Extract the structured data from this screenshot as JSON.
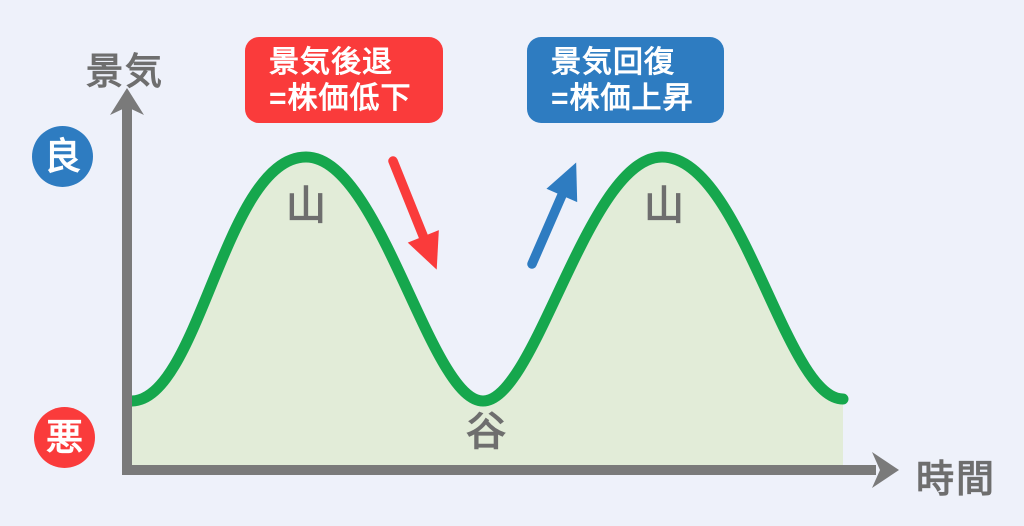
{
  "colors": {
    "background": "#EEF1FA",
    "green": "#16A74D",
    "fill": "#E2ECD8",
    "red": "#FA3B3B",
    "blue": "#2E7CC1",
    "gray": "#6E6E6E",
    "axis": "#7A7A7A",
    "white": "#FFFFFF"
  },
  "axes": {
    "y_label": "景気",
    "x_label": "時間"
  },
  "indicators": {
    "good": "良",
    "bad": "悪"
  },
  "callouts": {
    "recession": {
      "lines": [
        "景気後退",
        "=株価低下"
      ]
    },
    "recovery": {
      "lines": [
        "景気回復",
        "=株価上昇"
      ]
    }
  },
  "curve_labels": {
    "peak1": "山",
    "peak2": "山",
    "valley": "谷"
  },
  "chart_data": {
    "type": "line",
    "description": "Stylized business-cycle wave: two peaks (山) separated by a trough (谷), filled light green under the curve",
    "xlabel": "時間",
    "ylabel": "景気",
    "y_axis_extremes": {
      "top": "良",
      "bottom": "悪"
    },
    "keypoints": [
      {
        "phase": "start",
        "level": "low"
      },
      {
        "phase": "peak",
        "level": "high",
        "label": "山"
      },
      {
        "phase": "trough",
        "level": "low",
        "label": "谷"
      },
      {
        "phase": "peak",
        "level": "high",
        "label": "山"
      },
      {
        "phase": "end",
        "level": "low"
      }
    ],
    "annotations": [
      {
        "text": "景気後退 =株価低下",
        "color": "#FA3B3B",
        "arrow": "down-right, on descending slope after first peak"
      },
      {
        "text": "景気回復 =株価上昇",
        "color": "#2E7CC1",
        "arrow": "up-right, on ascending slope before second peak"
      }
    ],
    "legend_position": "none",
    "grid": false
  }
}
